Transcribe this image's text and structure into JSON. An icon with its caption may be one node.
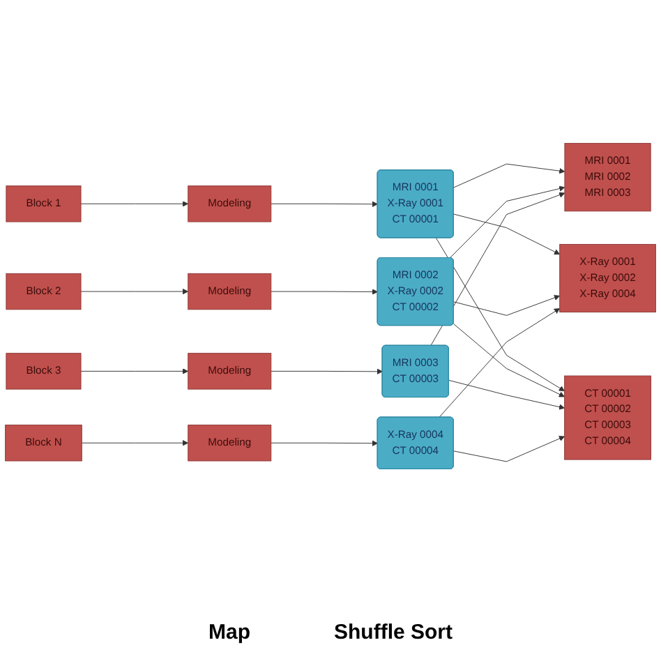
{
  "diagram": {
    "nodes": [
      {
        "text": [
          "Block 1"
        ]
      },
      {
        "text": [
          "Modeling"
        ]
      },
      {
        "text": [
          "MRI 0001",
          "X-Ray 0001",
          "CT 00001"
        ]
      },
      {
        "text": [
          "MRI 0001",
          "MRI 0002",
          "MRI 0003"
        ]
      },
      {
        "text": [
          "Block 2"
        ]
      },
      {
        "text": [
          "Modeling"
        ]
      },
      {
        "text": [
          "MRI 0002",
          "X-Ray 0002",
          "CT 00002"
        ]
      },
      {
        "text": [
          "X-Ray 0001",
          "X-Ray 0002",
          "X-Ray 0004"
        ]
      },
      {
        "text": [
          "Block 3"
        ]
      },
      {
        "text": [
          "Modeling"
        ]
      },
      {
        "text": [
          "MRI 0003",
          "CT 00003"
        ]
      },
      {
        "text": [
          "CT 00001",
          "CT 00002",
          "CT 00003",
          "CT 00004"
        ]
      },
      {
        "text": [
          "Block N"
        ]
      },
      {
        "text": [
          "Modeling"
        ]
      },
      {
        "text": [
          "X-Ray 0004",
          "CT 00004"
        ]
      }
    ],
    "edges": [
      {
        "from": 0,
        "to": 1,
        "arrow": "to"
      },
      {
        "from": 4,
        "to": 5,
        "arrow": "to"
      },
      {
        "from": 8,
        "to": 9,
        "arrow": "to"
      },
      {
        "from": 12,
        "to": 13,
        "arrow": "to"
      },
      {
        "from": 1,
        "to": 2,
        "arrow": "to"
      },
      {
        "from": 5,
        "to": 6,
        "arrow": "to"
      },
      {
        "from": 9,
        "to": 10,
        "arrow": "to"
      },
      {
        "from": 13,
        "to": 14,
        "arrow": "to"
      },
      {
        "from": 2,
        "to": 3,
        "arrow": "to"
      },
      {
        "from": 2,
        "to": 7,
        "arrow": "to"
      },
      {
        "from": 2,
        "to": 11,
        "arrow": "to"
      },
      {
        "from": 6,
        "to": 3,
        "arrow": "to"
      },
      {
        "from": 6,
        "to": 7,
        "arrow": "to"
      },
      {
        "from": 6,
        "to": 11,
        "arrow": "to"
      },
      {
        "from": 10,
        "to": 3,
        "arrow": "to"
      },
      {
        "from": 10,
        "to": 11,
        "arrow": "to"
      },
      {
        "from": 14,
        "to": 7,
        "arrow": "to"
      },
      {
        "from": 14,
        "to": 11,
        "arrow": "to"
      }
    ],
    "labels": [
      "Map",
      "Shuffle Sort"
    ]
  }
}
